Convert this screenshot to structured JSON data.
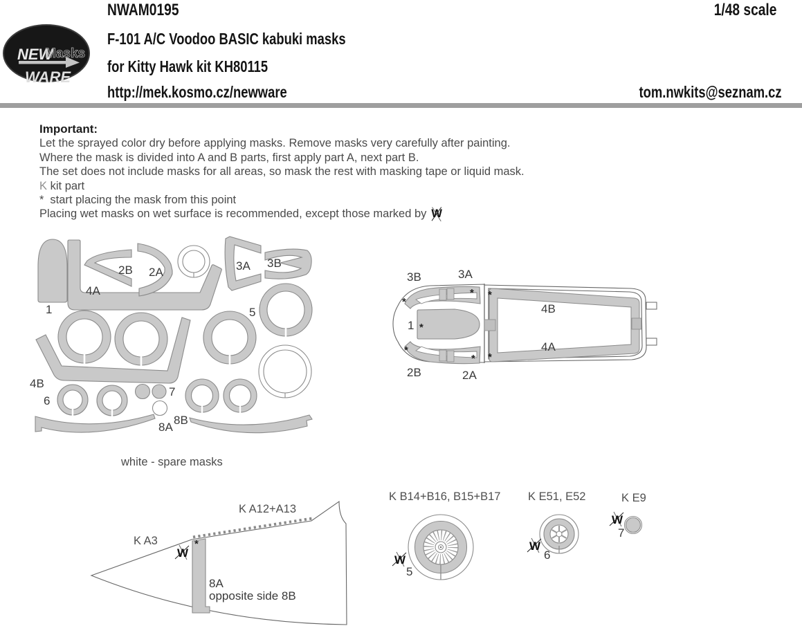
{
  "header": {
    "product_code": "NWAM0195",
    "scale": "1/48 scale",
    "title": "F-101 A/C Voodoo BASIC kabuki masks",
    "subtitle": "for Kitty Hawk kit KH80115",
    "website": "http://mek.kosmo.cz/newware",
    "email": "tom.nwkits@seznam.cz",
    "logo": {
      "word1": "NEW",
      "word2": "Masks",
      "word3": "WARE"
    }
  },
  "instructions": {
    "heading": "Important:",
    "line1": "Let the sprayed color dry before applying masks. Remove masks very carefully after painting.",
    "line2": "Where the mask is divided into A and B parts, first apply part A, next part B.",
    "line3": "The set does not include masks for all areas, so mask the rest with masking tape or liquid mask.",
    "kit_part_symbol": "K",
    "kit_part_text": "kit part",
    "asterisk_symbol": "*",
    "asterisk_text": "start placing the mask from this point",
    "wet_mask_text": "Placing wet masks on wet surface is recommended, except those marked by",
    "w_symbol": "W"
  },
  "mask_sheet": {
    "labels": {
      "part1": "1",
      "part2a": "2A",
      "part2b": "2B",
      "part3a": "3A",
      "part3b": "3B",
      "part4a": "4A",
      "part4b": "4B",
      "part5": "5",
      "part6": "6",
      "part7": "7",
      "part8a": "8A",
      "part8b": "8B"
    },
    "note": "white - spare masks"
  },
  "placement_diagram": {
    "labels": {
      "l1": "1",
      "l2a": "2A",
      "l2b": "2B",
      "l3a": "3A",
      "l3b": "3B",
      "l4a": "4A",
      "l4b": "4B"
    }
  },
  "nose_diagram": {
    "kit_label_front": "K A3",
    "kit_label_top": "K A12+A13",
    "mask_label": "8A",
    "mask_note": "opposite side 8B"
  },
  "intake_diagram": {
    "kit_label": "K B14+B16, B15+B17",
    "mask_number": "5"
  },
  "wheel_diagram": {
    "kit_label": "K E51, E52",
    "mask_number": "6"
  },
  "light_diagram": {
    "kit_label": "K E9",
    "mask_number": "7"
  },
  "symbols": {
    "asterisk": "*",
    "w": "W"
  },
  "colors": {
    "mask_fill": "#c9c9c9",
    "mask_outline": "#8a8a8a",
    "divider": "#9e9e9e",
    "text_dark": "#1d1d1d",
    "text_body": "#4a4a4a",
    "text_kit": "#8f8f8f"
  }
}
